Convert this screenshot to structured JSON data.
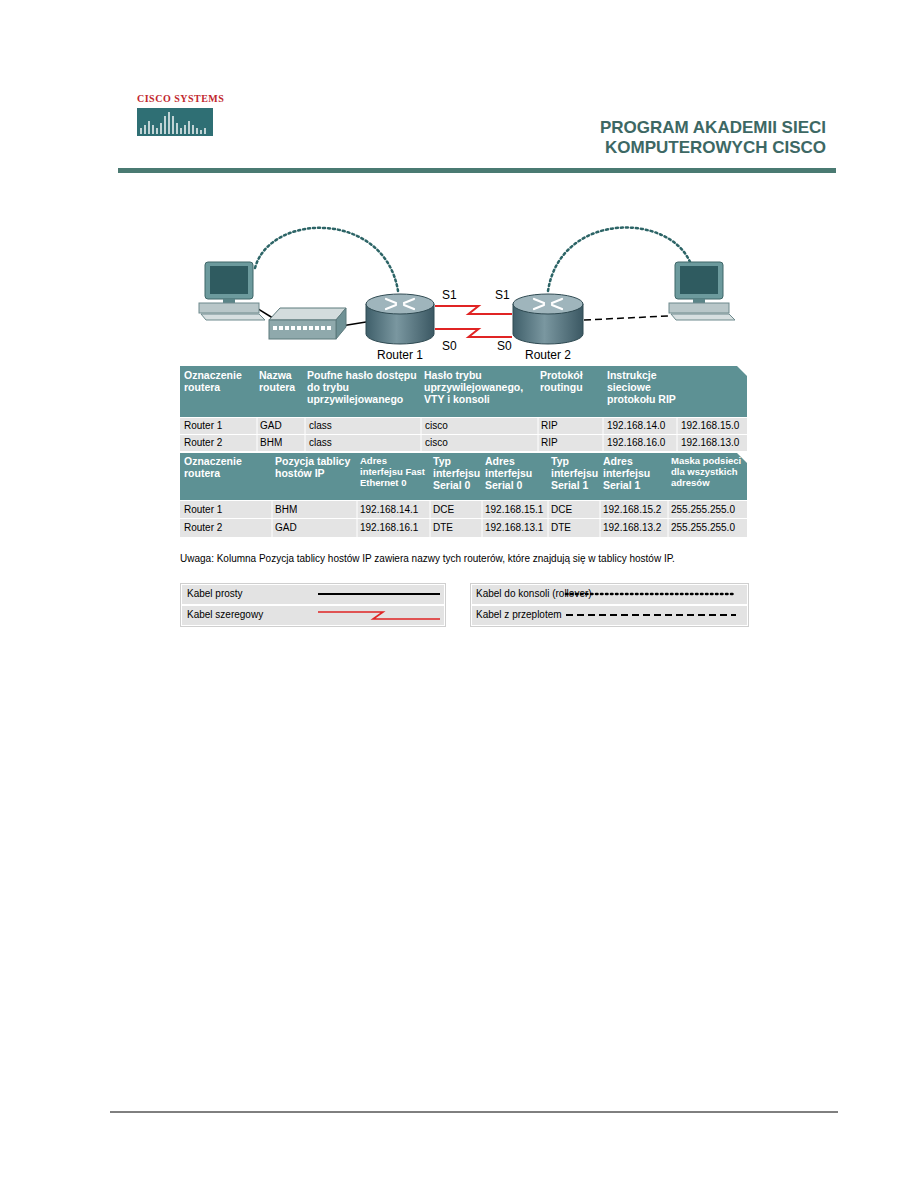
{
  "diagram": {
    "title": "PROGRAM AKADEMII SIECI KOMPUTEROWYCH CISCO",
    "nodes": [
      {
        "text": [
          "Router 1"
        ]
      },
      {
        "text": [
          "Router 2"
        ]
      }
    ],
    "edges": [
      {
        "from": 0,
        "to": 1,
        "arrow": "none"
      },
      {
        "from": 0,
        "to": 1,
        "arrow": "none"
      }
    ],
    "labels": [
      "CISCO SYSTEMS",
      "S1",
      "S1",
      "S0",
      "S0",
      "Oznaczenie routera",
      "Nazwa routera",
      "Poufne hasło dostępu do trybu uprzywilejowanego",
      "Hasło trybu uprzywilejowanego, VTY i konsoli",
      "Protokół routingu",
      "Instrukcje sieciowe protokołu RIP",
      "Router 1",
      "GAD",
      "class",
      "cisco",
      "RIP",
      "192.168.14.0",
      "192.168.15.0",
      "Router 2",
      "BHM",
      "class",
      "cisco",
      "RIP",
      "192.168.16.0",
      "192.168.13.0",
      "Oznaczenie routera",
      "Pozycja tablicy hostów IP",
      "Adres interfejsu Fast Ethernet 0",
      "Typ interfejsu Serial 0",
      "Adres interfejsu Serial 0",
      "Typ interfejsu Serial 1",
      "Adres interfejsu Serial 1",
      "Maska podsieci dla wszystkich adresów",
      "Router 1",
      "BHM",
      "192.168.14.1",
      "DCE",
      "192.168.15.1",
      "DCE",
      "192.168.15.2",
      "255.255.255.0",
      "Router 2",
      "GAD",
      "192.168.16.1",
      "DTE",
      "192.168.13.1",
      "DTE",
      "192.168.13.2",
      "255.255.255.0",
      "Uwaga: Kolumna Pozycja tablicy hostów IP zawiera nazwy tych routerów, które znajdują się w tablicy hostów IP."
    ],
    "legend": [
      {
        "text": "Kabel prosty"
      },
      {
        "text": "Kabel do konsoli (rollover)"
      },
      {
        "text": "Kabel szeregowy"
      },
      {
        "text": "Kabel z przeplotem"
      }
    ]
  }
}
